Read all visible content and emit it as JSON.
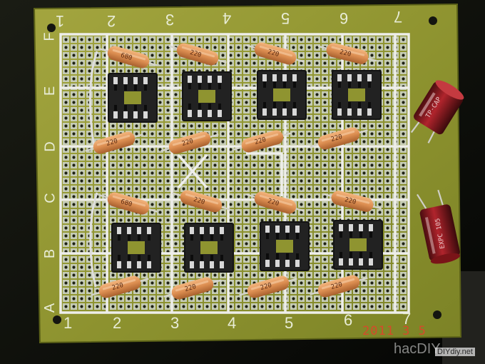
{
  "board": {
    "column_labels_bottom": [
      "1",
      "2",
      "3",
      "4",
      "5",
      "6",
      "7"
    ],
    "column_labels_top": [
      "1",
      "2",
      "3",
      "4",
      "5",
      "6",
      "7"
    ],
    "row_labels": [
      "A",
      "B",
      "C",
      "D",
      "E",
      "F"
    ]
  },
  "resistor_codes": [
    "680",
    "220",
    "220",
    "220",
    "220",
    "220",
    "220",
    "220",
    "680",
    "220",
    "220",
    "220",
    "220",
    "220",
    "220",
    "220"
  ],
  "capacitors": [
    {
      "text": "TP-CAP"
    },
    {
      "text": "EXPC 105"
    }
  ],
  "photo_date": "2011 3 5",
  "watermark": {
    "big": "hacDIY",
    "small": "DIYdiy.net"
  }
}
